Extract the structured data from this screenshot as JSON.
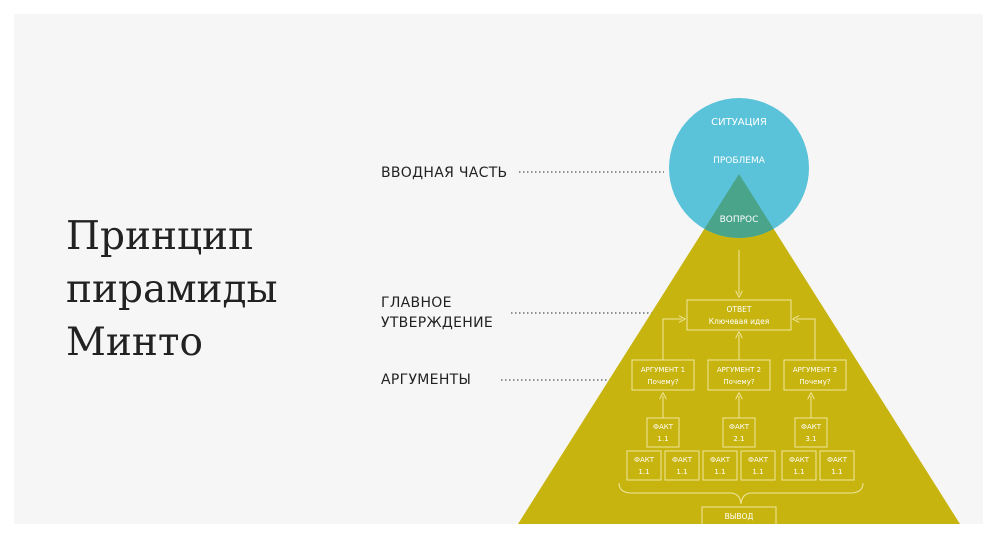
{
  "title": {
    "line1": "Принцип",
    "line2": "пирамиды",
    "line3": "Минто"
  },
  "labels": {
    "intro": "ВВОДНАЯ ЧАСТЬ",
    "main_line1": "ГЛАВНОЕ",
    "main_line2": "УТВЕРЖДЕНИЕ",
    "arguments": "АРГУМЕНТЫ"
  },
  "circle": {
    "situation": "СИТУАЦИЯ",
    "problem": "ПРОБЛЕМА",
    "question": "ВОПРОС"
  },
  "answer": {
    "line1": "ОТВЕТ",
    "line2": "Ключевая идея"
  },
  "arguments": [
    {
      "line1": "АРГУМЕНТ 1",
      "line2": "Почему?"
    },
    {
      "line1": "АРГУМЕНТ 2",
      "line2": "Почему?"
    },
    {
      "line1": "АРГУМЕНТ 3",
      "line2": "Почему?"
    }
  ],
  "facts": [
    {
      "line1": "ФАКТ",
      "line2": "1.1"
    },
    {
      "line1": "ФАКТ",
      "line2": "2.1"
    },
    {
      "line1": "ФАКТ",
      "line2": "3.1"
    }
  ],
  "sub_facts": [
    {
      "line1": "ФАКТ",
      "line2": "1.1"
    },
    {
      "line1": "ФАКТ",
      "line2": "1.1"
    },
    {
      "line1": "ФАКТ",
      "line2": "1.1"
    },
    {
      "line1": "ФАКТ",
      "line2": "1.1"
    },
    {
      "line1": "ФАКТ",
      "line2": "1.1"
    },
    {
      "line1": "ФАКТ",
      "line2": "1.1"
    }
  ],
  "conclusion": "ВЫВОД",
  "colors": {
    "pyramid": "#c8b40e",
    "circle": "#5bc3d9",
    "overlap": "#4aa48a",
    "box_border": "#efe6a0",
    "text": "#222222"
  }
}
